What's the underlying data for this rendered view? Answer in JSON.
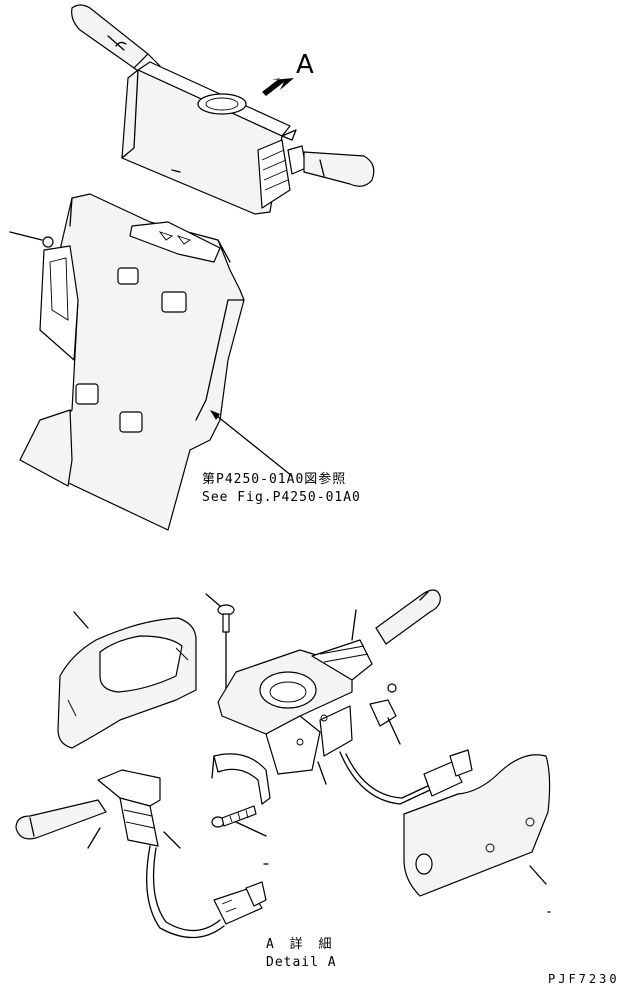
{
  "labels": {
    "view_callout": "A",
    "reference_jp": "第P4250-01A0図参照",
    "reference_en": "See Fig.P4250-01A0",
    "detail_jp": "A 詳 細",
    "detail_en": "Detail A",
    "drawing_number": "PJF7230"
  }
}
